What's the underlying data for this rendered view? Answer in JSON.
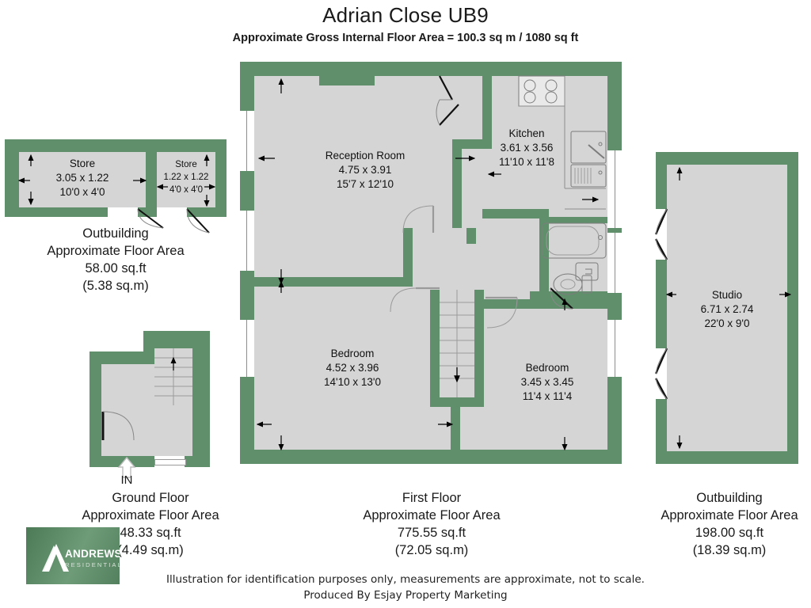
{
  "document": {
    "title": "Adrian Close UB9",
    "subtitle": "Approximate Gross Internal Floor Area = 100.3 sq m / 1080 sq ft",
    "footer_line1": "Illustration for identification purposes only, measurements are approximate, not to scale.",
    "footer_line2": "Produced By Esjay Property Marketing"
  },
  "logo": {
    "name": "ANDREWS",
    "subtitle": "RESIDENTIAL"
  },
  "colors": {
    "wall": "#5f8f6b",
    "floor": "#d5d5d5",
    "line": "#8d8d8d",
    "text": "#1a1a1a",
    "logo_green": "#4c7a57"
  },
  "rooms": {
    "reception": {
      "name": "Reception Room",
      "metric": "4.75 x 3.91",
      "imperial": "15'7 x 12'10"
    },
    "kitchen": {
      "name": "Kitchen",
      "metric": "3.61 x 3.56",
      "imperial": "11'10 x 11'8"
    },
    "bedroom1": {
      "name": "Bedroom",
      "metric": "4.52 x 3.96",
      "imperial": "14'10 x 13'0"
    },
    "bedroom2": {
      "name": "Bedroom",
      "metric": "3.45 x 3.45",
      "imperial": "11'4 x 11'4"
    },
    "store1": {
      "name": "Store",
      "metric": "3.05 x 1.22",
      "imperial": "10'0 x 4'0"
    },
    "store2": {
      "name": "Store",
      "metric": "1.22 x 1.22",
      "imperial": "4'0 x 4'0"
    },
    "studio": {
      "name": "Studio",
      "metric": "6.71 x 2.74",
      "imperial": "22'0 x 9'0"
    }
  },
  "captions": {
    "outbuilding_left": {
      "line1": "Outbuilding",
      "line2": "Approximate Floor Area",
      "line3": "58.00 sq.ft",
      "line4": "(5.38 sq.m)"
    },
    "ground_floor": {
      "line1": "Ground Floor",
      "line2": "Approximate Floor Area",
      "line3": "48.33 sq.ft",
      "line4": "(4.49 sq.m)"
    },
    "first_floor": {
      "line1": "First Floor",
      "line2": "Approximate Floor Area",
      "line3": "775.55 sq.ft",
      "line4": "(72.05 sq.m)"
    },
    "outbuilding_right": {
      "line1": "Outbuilding",
      "line2": "Approximate Floor Area",
      "line3": "198.00 sq.ft",
      "line4": "(18.39 sq.m)"
    }
  },
  "annotations": {
    "entrance": "IN"
  }
}
